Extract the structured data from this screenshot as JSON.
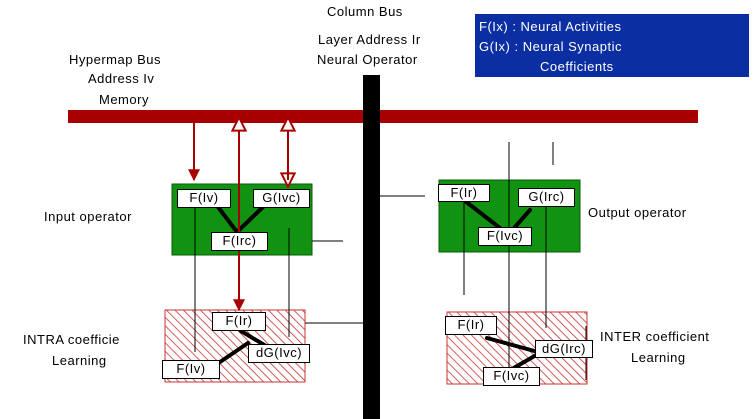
{
  "labels": {
    "column_bus": "Column Bus",
    "layer_address": "Layer Address Ir",
    "neural_operator": "Neural Operator",
    "hypermap_bus": "Hypermap Bus",
    "address_iv": "Address Iv",
    "memory": "Memory",
    "input_operator": "Input operator",
    "output_operator": "Output operator",
    "intra_learning_1": "INTRA coefficie",
    "intra_learning_2": "Learning",
    "inter_learning_1": "INTER coefficient",
    "inter_learning_2": "Learning"
  },
  "legend": {
    "line1": "F(Ix) : Neural Activities",
    "line2": "G(Ix) : Neural Synaptic",
    "line3": "Coefficients"
  },
  "boxes": {
    "input_f_iv": "F(Iv)",
    "input_g_ivc": "G(Ivc)",
    "input_f_irc": "F(Irc)",
    "output_f_ir": "F(Ir)",
    "output_g_irc": "G(Irc)",
    "output_f_ivc": "F(Ivc)",
    "intra_f_ir": "F(Ir)",
    "intra_dg_ivc": "dG(Ivc)",
    "intra_f_iv": "F(Iv)",
    "inter_f_ir": "F(Ir)",
    "inter_dg_irc": "dG(Irc)",
    "inter_f_ivc": "F(Ivc)"
  },
  "colors": {
    "bus": "#a80000",
    "column_bus": "#000000",
    "operator_green": "#119311",
    "hatch": "#cc3333",
    "legend_bg": "#0b2fa2"
  }
}
